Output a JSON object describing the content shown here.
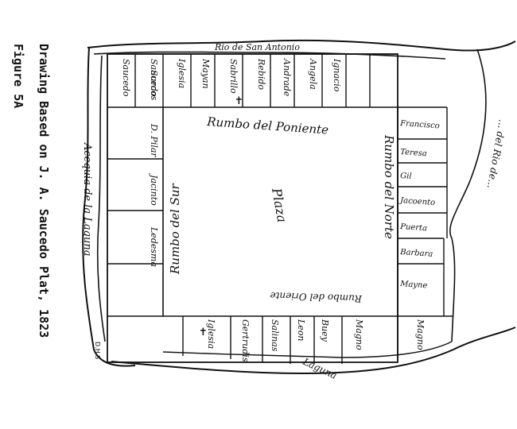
{
  "caption": {
    "line1": "Drawing Based on J. A. Saucedo Plat, 1823",
    "line2": "Figure 5A"
  },
  "plaza": {
    "label": "Plaza",
    "top_street": "Rumbo del Poniente",
    "bottom_street": "Rumbo del Oriente",
    "right_street": "Rumbo del Norte",
    "left_street": "Rumbo del Sur"
  },
  "river": {
    "label": "Rio de San Antonio"
  },
  "acequia": {
    "label": "Acequia de la Laguna"
  },
  "laguna": {
    "label": "Laguna"
  },
  "bank_label": {
    "text": "... del Rio de..."
  },
  "top_lots": [
    "Saucedo",
    "Saucedo",
    "Iglesia",
    "Mayan",
    "Sabrillo",
    "Rebido",
    "Andrade",
    "Angela",
    "Ignacio"
  ],
  "left_lots": [
    "Surcos",
    "D. Pilar",
    "Jacinto",
    "Ledesma"
  ],
  "right_lots": [
    "Francisco",
    "Teresa",
    "Gil",
    "Jacoento",
    "Puerta",
    "Barbara",
    "Mayne"
  ],
  "bottom_lots": [
    "Iglesia",
    "Gertrudis",
    "Salinas",
    "Leon",
    "Buey",
    "Magno",
    "Magno"
  ],
  "cross_symbol": "✝",
  "initials": "D.H.S"
}
